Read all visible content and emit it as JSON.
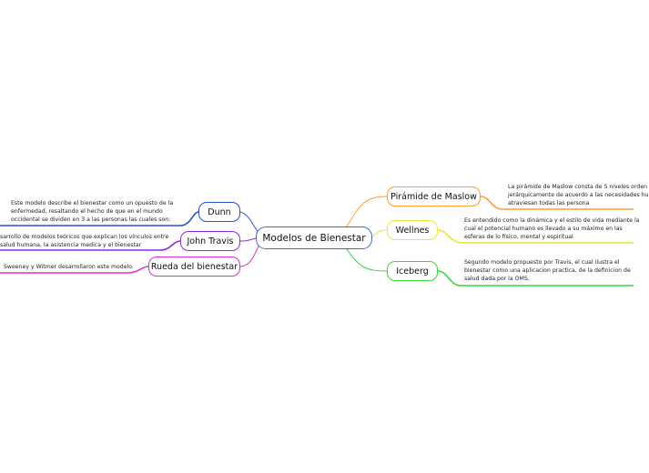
{
  "central": "Modelos de Bienestar",
  "colors": {
    "central_border": "#3a6fd0",
    "dunn": "#2d4fd8",
    "john_travis": "#8a2be2",
    "rueda": "#d531d8",
    "maslow": "#ff9d2e",
    "wellnes": "#e8e83a",
    "iceberg": "#39d63a"
  },
  "left_nodes": [
    {
      "label": "Dunn",
      "note": [
        "Este modelo describe el bienestar como un opuesto de la",
        "enfermedad, resaltando el hecho de que en el mundo",
        "occidental se dividen en 3 a las personas las cuales son:"
      ]
    },
    {
      "label": "John Travis",
      "note": [
        "sarrollo de modelos teóricos que explican los vínculos entre",
        "salud humana, la asistencia medica y el bienestar"
      ]
    },
    {
      "label": "Rueda del bienestar",
      "note": [
        "Sweeney y Witmer desarrollaron este modelo."
      ]
    }
  ],
  "right_nodes": [
    {
      "label": "Pirámide de Maslow",
      "note": [
        "La pirámide de Maslow consta de 5 niveles orden",
        "jerárquicamente de acuerdo a las necesidades hu",
        "atraviesan todas las persona"
      ]
    },
    {
      "label": "Wellnes",
      "note": [
        "Es entendido como la dinámica y el estilo de vida mediante la",
        "cual el potencial humano es llevado a su máximo en las",
        "esferas de lo físico, mental y espiritual"
      ]
    },
    {
      "label": "Iceberg",
      "note": [
        "Segundo modelo propuesto por Travis, el cual ilustra el",
        "bienestar como una aplicacion practica, de la definicion de",
        "salud dada por la OMS."
      ]
    }
  ]
}
